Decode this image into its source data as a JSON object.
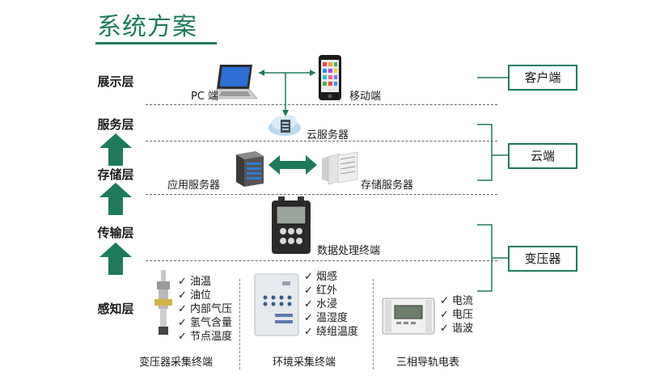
{
  "title": "系统方案",
  "layers": {
    "display": "展示层",
    "service": "服务层",
    "storage": "存储层",
    "transport": "传输层",
    "perception": "感知层"
  },
  "right_boxes": {
    "client": "客户端",
    "cloud": "云端",
    "transformer": "变压器"
  },
  "nodes": {
    "pc": "PC 端",
    "mobile": "移动端",
    "cloud_server": "云服务器",
    "app_server": "应用服务器",
    "storage_server": "存储服务器",
    "data_terminal": "数据处理终端"
  },
  "devices": {
    "transformer_terminal": {
      "label": "变压器采集终端",
      "items": [
        "油温",
        "油位",
        "内部气压",
        "氢气含量",
        "节点温度"
      ]
    },
    "env_terminal": {
      "label": "环境采集终端",
      "items": [
        "烟感",
        "红外",
        "水浸",
        "温湿度",
        "绕组温度"
      ]
    },
    "meter": {
      "label": "三相导轨电表",
      "items": [
        "电流",
        "电压",
        "谐波"
      ]
    }
  },
  "colors": {
    "accent": "#1f7a5c"
  }
}
